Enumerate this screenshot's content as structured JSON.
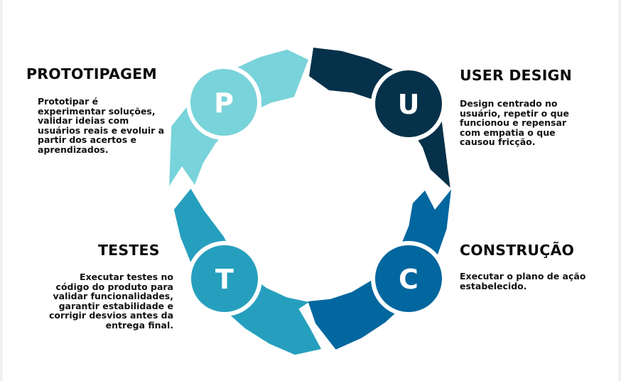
{
  "steps": {
    "p": {
      "letter": "P",
      "title": "PROTOTIPAGEM",
      "description": "Prototipar é\nexperimentar soluções,\nvalidar ideias com\nusuários reais e evoluir a\npartir dos acertos e\naprendizados.",
      "color": "#79d3da"
    },
    "u": {
      "letter": "U",
      "title": "USER DESIGN",
      "description": "Design centrado no\nusuário,  repetir o que\nfuncionou e repensar\ncom empatia o que\ncausou fricção.",
      "color": "#06314a"
    },
    "c": {
      "letter": "C",
      "title": "CONSTRUÇÃO",
      "description": "Executar o plano de ação\nestabelecido.",
      "color": "#02679f"
    },
    "t": {
      "letter": "T",
      "title": "TESTES",
      "description": "Executar testes no\ncódigo do produto para\nvalidar funcionalidades,\ngarantir estabilidade e\ncorrigir desvios antes da\nentrega final.",
      "color": "#269fbe"
    }
  }
}
